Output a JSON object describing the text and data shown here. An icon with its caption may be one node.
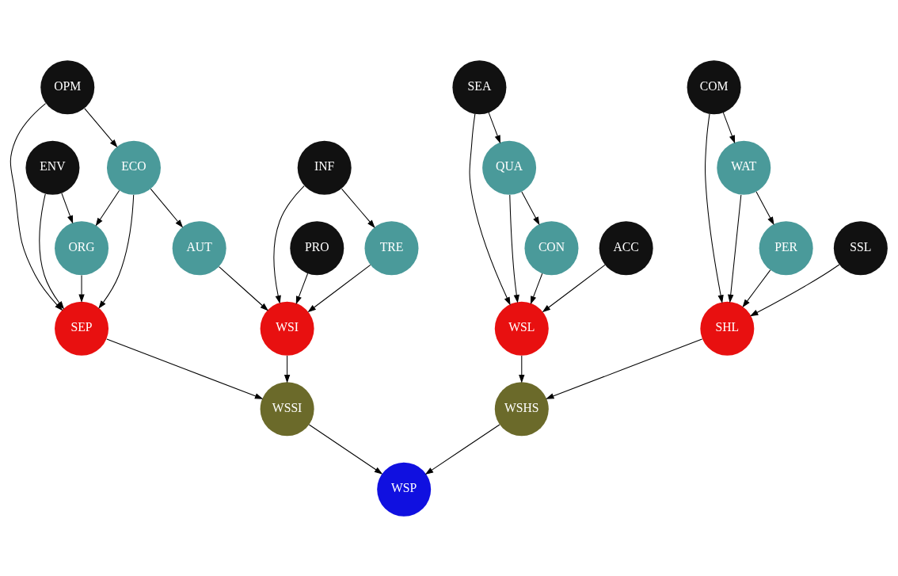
{
  "diagram": {
    "nodes": [
      {
        "text": [
          "COM"
        ]
      },
      {
        "text": [
          "OPM"
        ]
      },
      {
        "text": [
          "INF"
        ]
      },
      {
        "text": [
          "SEA"
        ]
      },
      {
        "text": [
          "ECO"
        ]
      },
      {
        "text": [
          "TRE"
        ]
      },
      {
        "text": [
          "WAT"
        ]
      },
      {
        "text": [
          "ENV"
        ]
      },
      {
        "text": [
          "ORG"
        ]
      },
      {
        "text": [
          "PRO"
        ]
      },
      {
        "text": [
          "QUA"
        ]
      },
      {
        "text": [
          "PER"
        ]
      },
      {
        "text": [
          "AUT"
        ]
      },
      {
        "text": [
          "CON"
        ]
      },
      {
        "text": [
          "ACC"
        ]
      },
      {
        "text": [
          "SSL"
        ]
      },
      {
        "text": [
          "SEP"
        ]
      },
      {
        "text": [
          "WSI"
        ]
      },
      {
        "text": [
          "WSL"
        ]
      },
      {
        "text": [
          "SHL"
        ]
      },
      {
        "text": [
          "WSSI"
        ]
      },
      {
        "text": [
          "WSHS"
        ]
      },
      {
        "text": [
          "WSP"
        ]
      }
    ],
    "edges": [
      {
        "from": 1,
        "to": 4,
        "arrow": "to"
      },
      {
        "from": 1,
        "to": 16,
        "arrow": "to"
      },
      {
        "from": 2,
        "to": 5,
        "arrow": "to"
      },
      {
        "from": 2,
        "to": 17,
        "arrow": "to"
      },
      {
        "from": 4,
        "to": 8,
        "arrow": "to"
      },
      {
        "from": 4,
        "to": 16,
        "arrow": "to"
      },
      {
        "from": 4,
        "to": 12,
        "arrow": "to"
      },
      {
        "from": 7,
        "to": 8,
        "arrow": "to"
      },
      {
        "from": 7,
        "to": 16,
        "arrow": "to"
      },
      {
        "from": 8,
        "to": 16,
        "arrow": "to"
      },
      {
        "from": 12,
        "to": 17,
        "arrow": "to"
      },
      {
        "from": 9,
        "to": 17,
        "arrow": "to"
      },
      {
        "from": 5,
        "to": 17,
        "arrow": "to"
      },
      {
        "from": 3,
        "to": 10,
        "arrow": "to"
      },
      {
        "from": 3,
        "to": 18,
        "arrow": "to"
      },
      {
        "from": 10,
        "to": 13,
        "arrow": "to"
      },
      {
        "from": 10,
        "to": 18,
        "arrow": "to"
      },
      {
        "from": 13,
        "to": 18,
        "arrow": "to"
      },
      {
        "from": 14,
        "to": 18,
        "arrow": "to"
      },
      {
        "from": 0,
        "to": 6,
        "arrow": "to"
      },
      {
        "from": 0,
        "to": 19,
        "arrow": "to"
      },
      {
        "from": 6,
        "to": 11,
        "arrow": "to"
      },
      {
        "from": 6,
        "to": 19,
        "arrow": "to"
      },
      {
        "from": 11,
        "to": 19,
        "arrow": "to"
      },
      {
        "from": 15,
        "to": 19,
        "arrow": "to"
      },
      {
        "from": 16,
        "to": 20,
        "arrow": "to"
      },
      {
        "from": 17,
        "to": 20,
        "arrow": "to"
      },
      {
        "from": 18,
        "to": 21,
        "arrow": "to"
      },
      {
        "from": 19,
        "to": 21,
        "arrow": "to"
      },
      {
        "from": 20,
        "to": 22,
        "arrow": "to"
      },
      {
        "from": 21,
        "to": 22,
        "arrow": "to"
      }
    ]
  }
}
